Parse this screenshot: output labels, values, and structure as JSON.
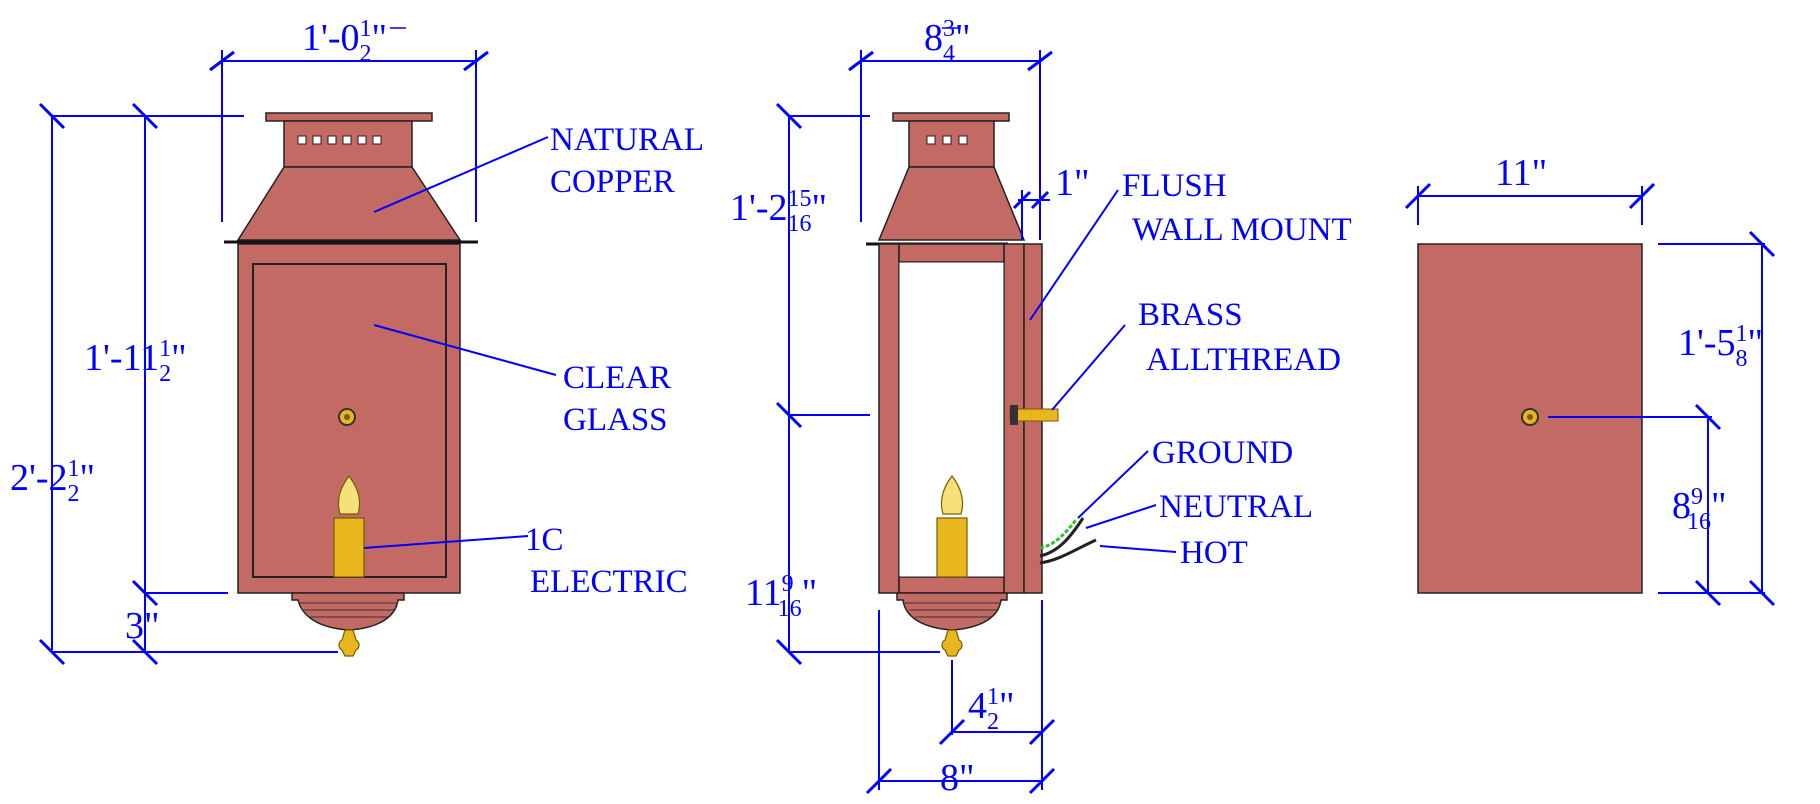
{
  "labels": {
    "natural": "NATURAL",
    "copper": "COPPER",
    "clear": "CLEAR",
    "glass": "GLASS",
    "onec": "1C",
    "electric": "ELECTRIC",
    "flush": "FLUSH",
    "wall_mount": "WALL MOUNT",
    "brass": "BRASS",
    "allthread": "ALLTHREAD",
    "ground": "GROUND",
    "neutral": "NEUTRAL",
    "hot": "HOT"
  },
  "dimensions": {
    "front_width": {
      "whole": "1'-0",
      "num": "1",
      "den": "2",
      "unit": "\""
    },
    "front_height_body": {
      "whole": "1'-11",
      "num": "1",
      "den": "2",
      "unit": "\""
    },
    "front_height_total": {
      "whole": "2'-2",
      "num": "1",
      "den": "2",
      "unit": "\""
    },
    "front_bottom": "3\"",
    "side_width_top": {
      "whole": "8",
      "num": "3",
      "den": "4",
      "unit": "\""
    },
    "side_height_upper": {
      "whole": "1'-2",
      "num": "15",
      "den": "16",
      "unit": "\""
    },
    "side_mount_depth": "1\"",
    "side_height_lower": {
      "whole": "11",
      "num": "9",
      "den": "16",
      "unit": "\""
    },
    "side_offset": {
      "whole": "4",
      "num": "1",
      "den": "2",
      "unit": "\""
    },
    "side_width_bottom": "8\"",
    "back_width": "11\"",
    "back_height": {
      "whole": "1'-5",
      "num": "1",
      "den": "8",
      "unit": "\""
    },
    "back_offset": {
      "whole": "8",
      "num": "9",
      "den": "16",
      "unit": "\""
    }
  },
  "colors": {
    "dimension_blue": "#0000ff",
    "copper": "#c46a64",
    "candle_gold": "#e8b61e",
    "ground_wire": "#2fbf2f"
  }
}
